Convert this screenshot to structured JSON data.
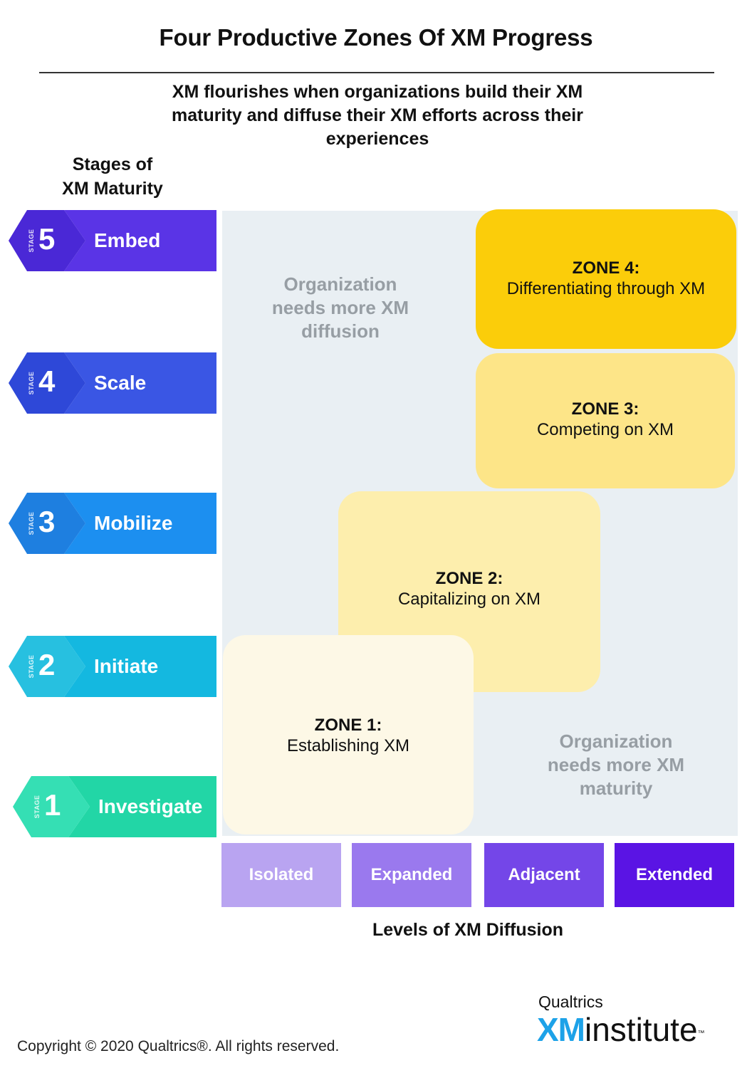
{
  "title": "Four Productive Zones Of XM Progress",
  "subtitle": "XM flourishes when organizations build their XM maturity and diffuse their XM efforts across their experiences",
  "stages_title_line1": "Stages of",
  "stages_title_line2": "XM Maturity",
  "stage_tag": "STAGE",
  "stages": [
    {
      "number": "5",
      "name": "Embed",
      "color_dark": "#4a28d6",
      "color_light": "#5a34e6"
    },
    {
      "number": "4",
      "name": "Scale",
      "color_dark": "#2e48d8",
      "color_light": "#3a56e4"
    },
    {
      "number": "3",
      "name": "Mobilize",
      "color_dark": "#1e7fe0",
      "color_light": "#1c8ff0"
    },
    {
      "number": "2",
      "name": "Initiate",
      "color_dark": "#27c0e0",
      "color_light": "#14b8e0"
    },
    {
      "number": "1",
      "name": "Investigate",
      "color_dark": "#35dfb4",
      "color_light": "#22d6a6"
    }
  ],
  "zones": [
    {
      "label": "ZONE 1:",
      "text": "Establishing XM",
      "color": "#fdf8e6"
    },
    {
      "label": "ZONE 2:",
      "text": "Capitalizing on XM",
      "color": "#fdeead"
    },
    {
      "label": "ZONE 3:",
      "text": "Competing on XM",
      "color": "#fde588"
    },
    {
      "label": "ZONE 4:",
      "text": "Differentiating through XM",
      "color": "#fbcd0a"
    }
  ],
  "notes": {
    "diffusion": "Organization needs more XM diffusion",
    "maturity": "Organization needs more XM maturity"
  },
  "levels": [
    {
      "name": "Isolated",
      "color": "#b9a4f1"
    },
    {
      "name": "Expanded",
      "color": "#9a79ee"
    },
    {
      "name": "Adjacent",
      "color": "#7446e8"
    },
    {
      "name": "Extended",
      "color": "#5a14e4"
    }
  ],
  "levels_title": "Levels of XM Diffusion",
  "copyright": "Copyright © 2020 Qualtrics®.  All rights reserved.",
  "logo": {
    "brand": "Qualtrics",
    "xm": "XM",
    "institute": "institute",
    "tm": "™"
  }
}
